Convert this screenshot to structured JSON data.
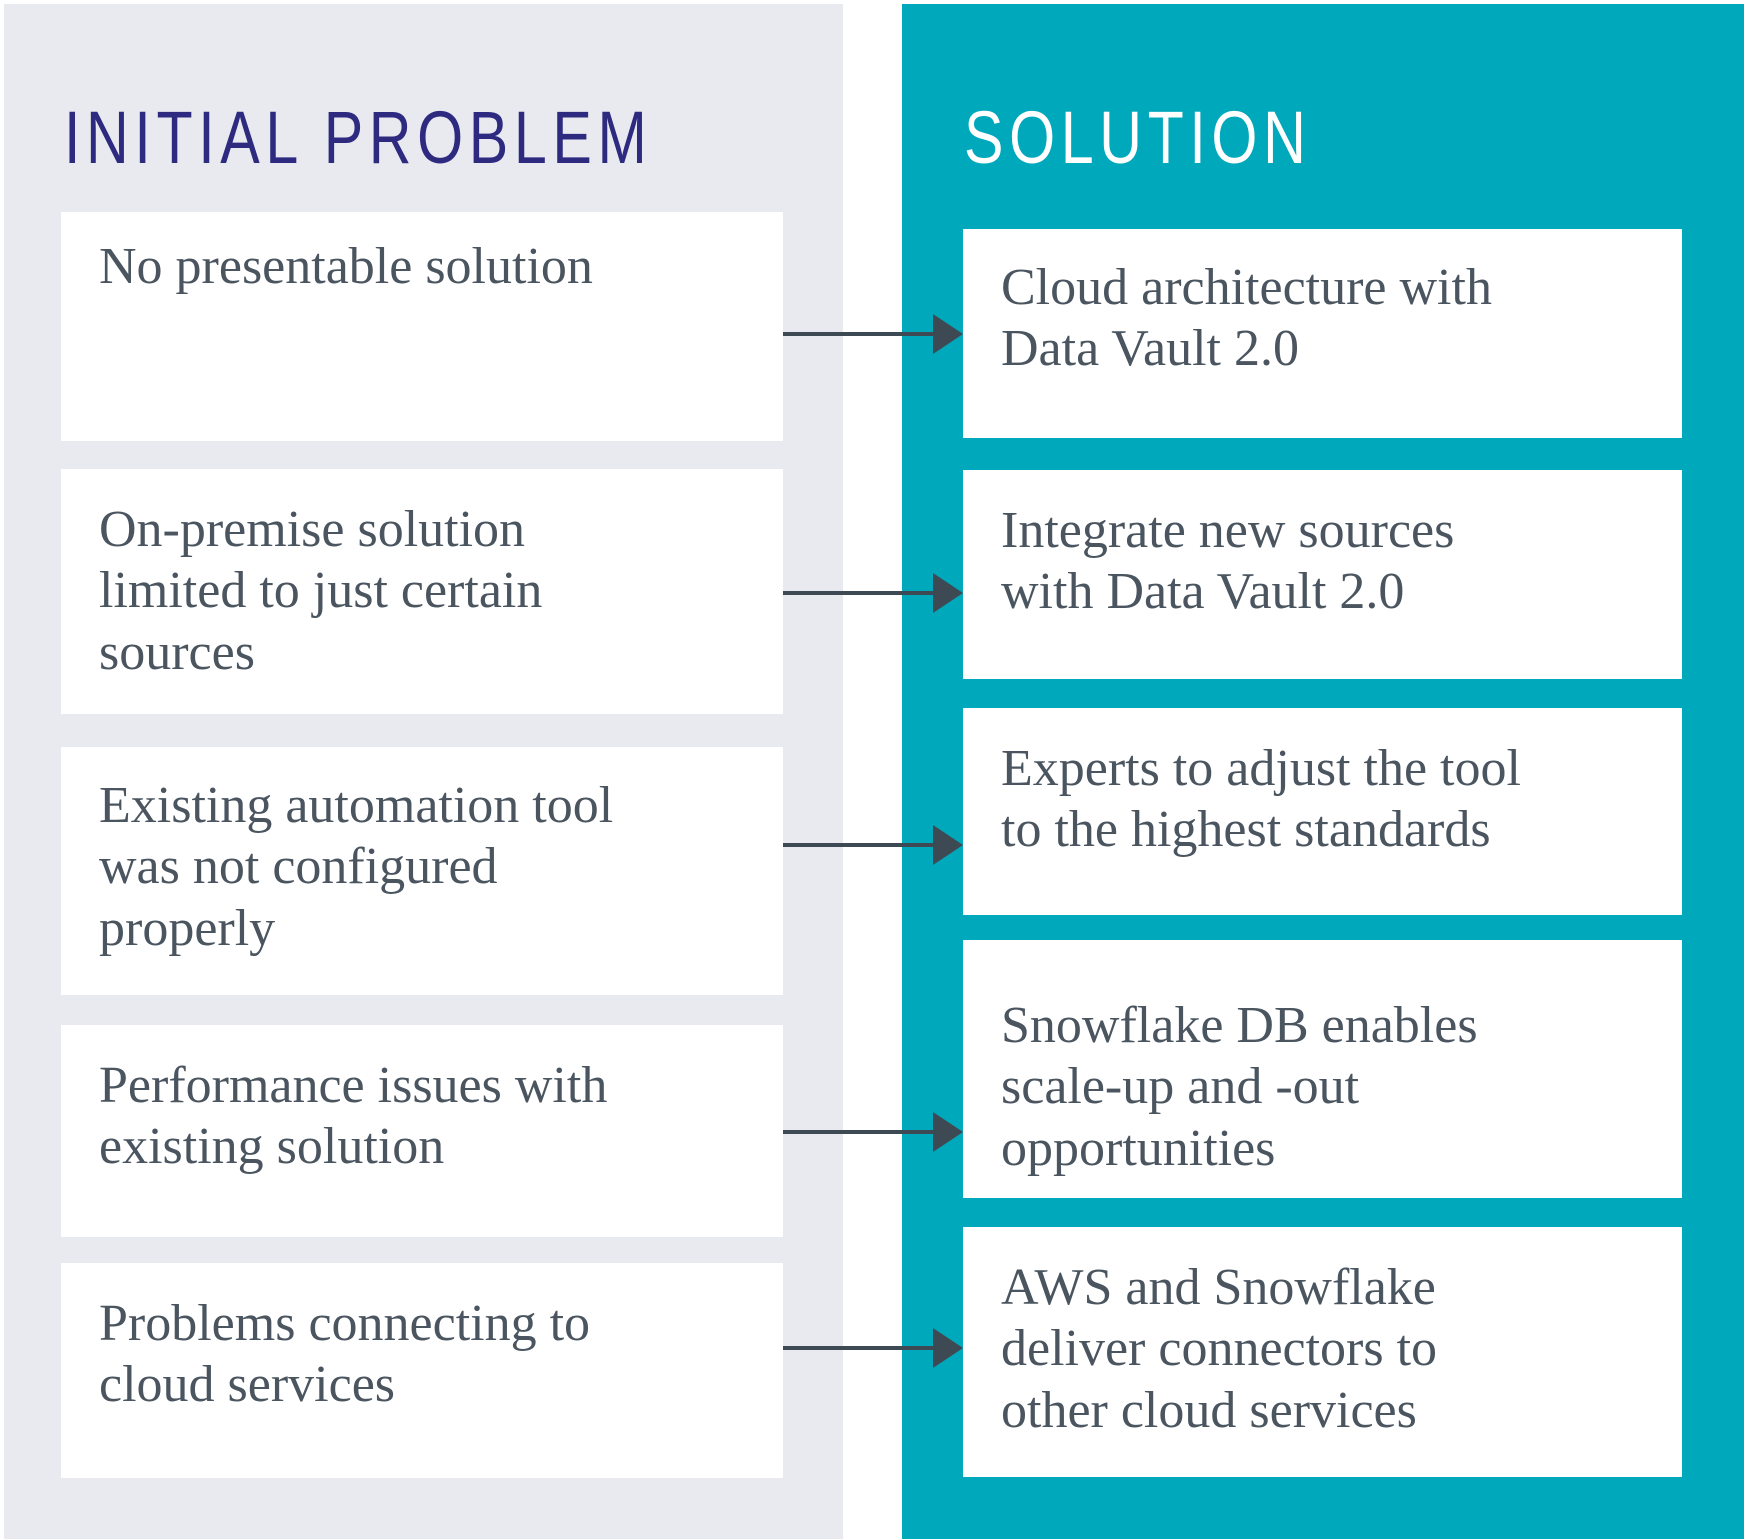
{
  "colors": {
    "page_background": "#ffffff",
    "left_panel_background": "#e8eaef",
    "right_panel_background": "#00a8bb",
    "card_background": "#ffffff",
    "problem_title_color": "#2e2a80",
    "solution_title_color": "#ffffff",
    "body_text_color": "#4a5560",
    "arrow_color": "#3d4953"
  },
  "left_panel": {
    "title": "INITIAL PROBLEM",
    "cards": [
      {
        "text": "No presentable solution"
      },
      {
        "text": "On-premise solution\nlimited to just certain\nsources"
      },
      {
        "text": "Existing automation tool\nwas not configured\nproperly"
      },
      {
        "text": "Performance issues with\nexisting solution"
      },
      {
        "text": "Problems connecting  to\ncloud services"
      }
    ]
  },
  "right_panel": {
    "title": "SOLUTION",
    "cards": [
      {
        "text": "Cloud architecture with\nData Vault 2.0"
      },
      {
        "text": "Integrate new sources\nwith Data Vault 2.0"
      },
      {
        "text": "Experts to adjust the tool\nto the highest standards"
      },
      {
        "text": "Snowflake DB enables\nscale-up and -out\nopportunities"
      },
      {
        "text": "AWS and Snowflake\ndeliver connectors to\nother cloud services"
      }
    ]
  },
  "arrows": {
    "count": 5,
    "direction": "left-to-right"
  }
}
